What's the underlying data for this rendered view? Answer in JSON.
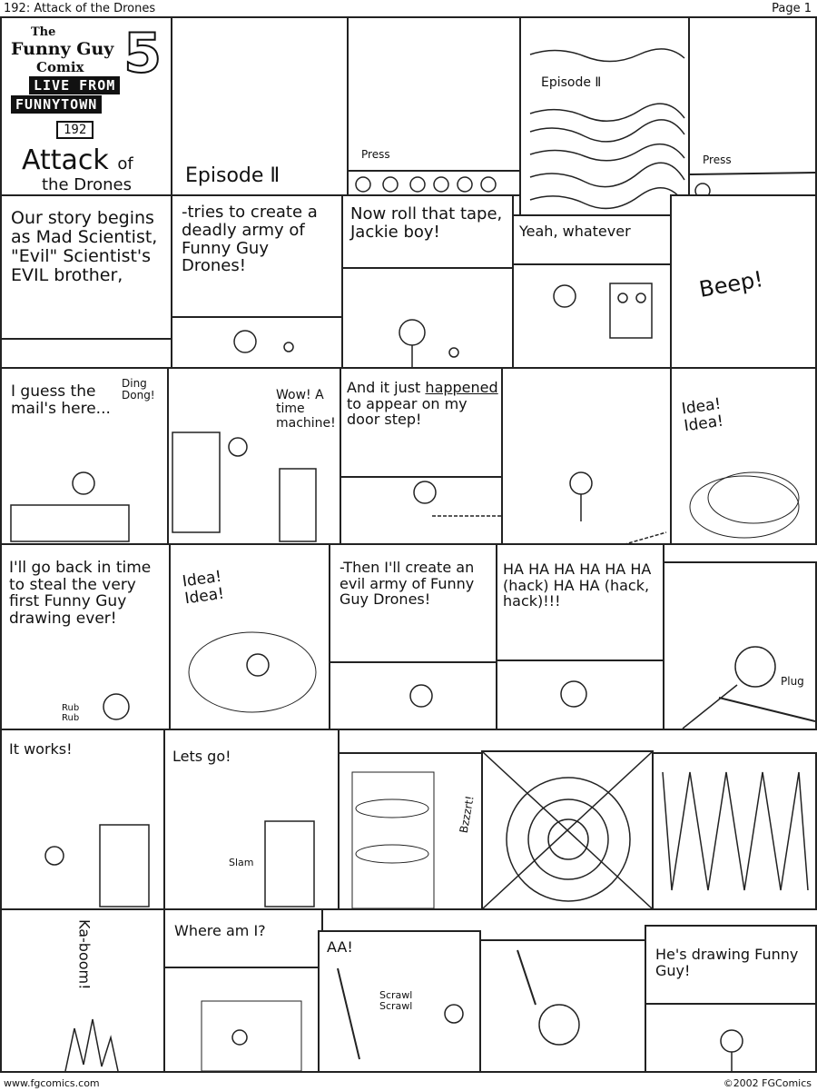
{
  "header": {
    "title": "192: Attack of the Drones",
    "page": "Page 1"
  },
  "footer": {
    "url": "www.fgcomics.com",
    "copyright": "©2002 FGComics"
  },
  "logo": {
    "line1": "The",
    "line2": "Funny Guy",
    "line3": "Comix",
    "number_big": "5",
    "bar1": "LIVE FROM",
    "bar2": "FUNNYTOWN",
    "issue": "192",
    "title_a": "Attack",
    "title_of": "of",
    "title_b": "the Drones"
  },
  "row1": {
    "p2": "Episode Ⅱ",
    "p3": "Press",
    "p4": "Episode Ⅱ",
    "p5": "Press"
  },
  "row2": {
    "p1": "Our story begins as Mad Scientist, \"Evil\" Scientist's EVIL brother,",
    "p2": "-tries to create a deadly army of Funny Guy Drones!",
    "p3": "Now roll that tape, Jackie boy!",
    "p4": "Yeah, whatever",
    "p5": "Beep!"
  },
  "row3": {
    "p1": "I guess the mail's here...",
    "p1b": "Ding Dong!",
    "p2": "Wow! A time machine!",
    "p3_a": "And it just",
    "p3_b": "happened",
    "p3_c": "to appear on my door step!",
    "p5": "Idea! Idea!"
  },
  "row4": {
    "p1": "I'll go back in time to steal the very first Funny Guy drawing ever!",
    "p1b": "Rub Rub",
    "p2": "Idea! Idea!",
    "p3": "-Then I'll create an evil army of Funny Guy Drones!",
    "p4": "HA HA HA HA HA HA (hack) HA HA (hack, hack)!!!",
    "p5": "Plug"
  },
  "row5": {
    "p1": "It works!",
    "p2": "Lets go!",
    "p2b": "Slam",
    "p3": "Bzzzrt!"
  },
  "row6": {
    "p1": "Ka-boom!",
    "p2": "Where am I?",
    "p3": "AA!",
    "p3b": "Scrawl Scrawl",
    "p5": "He's drawing Funny Guy!"
  },
  "colors": {
    "ink": "#222222",
    "paper": "#ffffff"
  }
}
